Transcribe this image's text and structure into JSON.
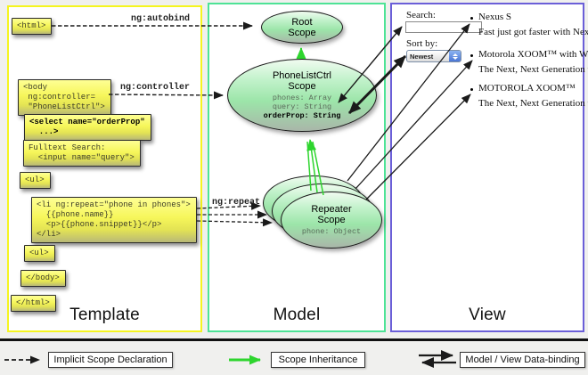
{
  "panels": {
    "template": {
      "label": "Template"
    },
    "model": {
      "label": "Model"
    },
    "view": {
      "label": "View"
    }
  },
  "template_boxes": {
    "html_open": "<html>",
    "body_open": "<body\n ng:controller=\n \"PhoneListCtrl\">",
    "select": "<select name=\"orderProp\"\n  ...>",
    "fulltext": "Fulltext Search:\n  <input name=\"query\">",
    "ul_open": "<ul>",
    "li_repeat": "<li ng:repeat=\"phone in phones\">\n  {{phone.name}}\n  <p>{{phone.snippet}}</p>\n</li>",
    "ul_close": "<ul>",
    "body_close": "</body>",
    "html_close": "</html>"
  },
  "arrow_labels": {
    "autobind": "ng:autobind",
    "controller": "ng:controller",
    "repeat": "ng:repeat"
  },
  "model": {
    "root_scope": {
      "title": "Root\nScope"
    },
    "phonelist_scope": {
      "title": "PhoneListCtrl\nScope",
      "props": "phones: Array\nquery: String",
      "bold_prop": "orderProp: String"
    },
    "repeater_scope": {
      "title": "Repeater\nScope",
      "props": "phone: Object"
    }
  },
  "view": {
    "search_label": "Search:",
    "sort_label": "Sort by:",
    "sort_value": "Newest",
    "items": [
      {
        "name": "Nexus S",
        "desc": "Fast just got faster with Nexus S."
      },
      {
        "name": "Motorola XOOM™ with Wi-Fi",
        "desc": "The Next, Next Generation tablet."
      },
      {
        "name": "MOTOROLA XOOM™",
        "desc": "The Next, Next Generation tablet."
      }
    ]
  },
  "legend": {
    "implicit": "Implicit Scope Declaration",
    "inheritance": "Scope Inheritance",
    "binding": "Model / View Data-binding"
  },
  "colors": {
    "template-border": "#f5f51f",
    "model-border": "#4ee396",
    "view-border": "#6b5fd8",
    "green-arrow": "#2ed52e",
    "box-yellow": "#f6f65a",
    "ellipse-green": "#9ce5a9"
  }
}
